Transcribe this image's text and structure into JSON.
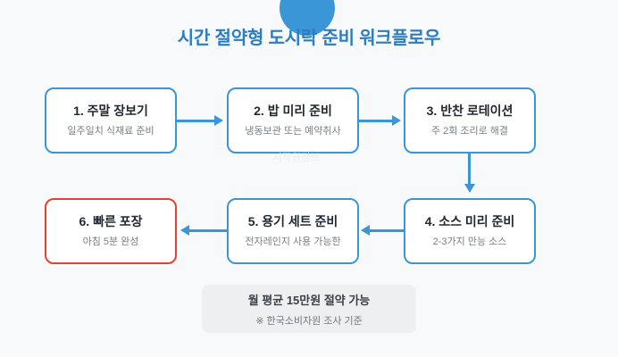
{
  "page": {
    "title": "시간 절약형 도시락 준비 워크플로우",
    "background_color": "#f7f9fb",
    "accent_color": "#3b96d8",
    "title_color": "#2c7cc2",
    "highlight_color": "#e8412f",
    "watermark": "저작권정보"
  },
  "decor": {
    "circle_color": "#3b96d8"
  },
  "flow": {
    "nodes": [
      {
        "id": 1,
        "title": "1. 주말 장보기",
        "subtitle": "일주일치 식재료 준비",
        "border_color": "#3b96d8"
      },
      {
        "id": 2,
        "title": "2. 밥 미리 준비",
        "subtitle": "냉동보관 또는 예약취사",
        "border_color": "#3b96d8"
      },
      {
        "id": 3,
        "title": "3. 반찬 로테이션",
        "subtitle": "주 2회 조리로 해결",
        "border_color": "#3b96d8"
      },
      {
        "id": 4,
        "title": "4. 소스 미리 준비",
        "subtitle": "2-3가지 만능 소스",
        "border_color": "#3b96d8"
      },
      {
        "id": 5,
        "title": "5. 용기 세트 준비",
        "subtitle": "전자레인지 사용 가능한",
        "border_color": "#3b96d8"
      },
      {
        "id": 6,
        "title": "6. 빠른 포장",
        "subtitle": "아침 5분 완성",
        "border_color": "#e8412f"
      }
    ],
    "connectors": [
      {
        "from": 1,
        "to": 2,
        "direction": "right"
      },
      {
        "from": 2,
        "to": 3,
        "direction": "right"
      },
      {
        "from": 3,
        "to": 4,
        "direction": "down"
      },
      {
        "from": 4,
        "to": 5,
        "direction": "left"
      },
      {
        "from": 5,
        "to": 6,
        "direction": "left"
      }
    ]
  },
  "footer": {
    "main": "월 평균 15만원 절약 가능",
    "sub": "※ 한국소비자원 조사 기준"
  }
}
